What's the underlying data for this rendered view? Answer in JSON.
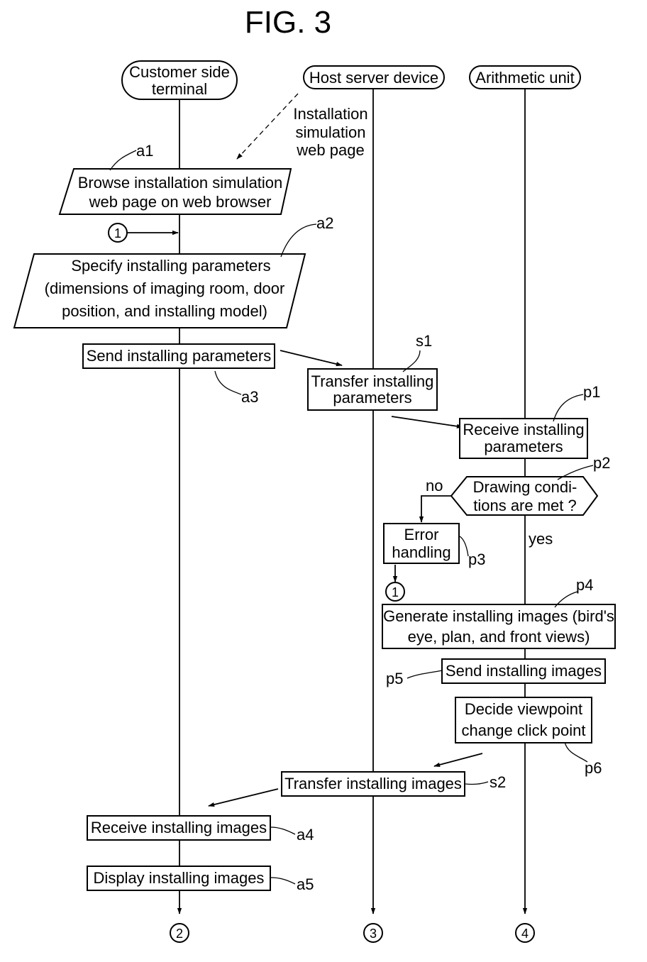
{
  "figure_title": "FIG. 3",
  "lanes": {
    "customer": [
      "Customer side",
      "terminal"
    ],
    "host": "Host server device",
    "arith": "Arithmetic unit"
  },
  "page_annotation": [
    "Installation",
    "simulation",
    "web page"
  ],
  "steps": {
    "a1": {
      "ref": "a1",
      "lines": [
        "Browse installation simulation",
        "web page on web browser"
      ]
    },
    "a2": {
      "ref": "a2",
      "lines": [
        "Specify installing parameters",
        "(dimensions of imaging room, door",
        "position, and installing model)"
      ]
    },
    "a3": {
      "ref": "a3",
      "lines": [
        "Send installing parameters"
      ]
    },
    "s1": {
      "ref": "s1",
      "lines": [
        "Transfer installing",
        "parameters"
      ]
    },
    "p1": {
      "ref": "p1",
      "lines": [
        "Receive installing",
        "parameters"
      ]
    },
    "p2": {
      "ref": "p2",
      "lines": [
        "Drawing condi-",
        "tions are met ?"
      ]
    },
    "p3": {
      "ref": "p3",
      "lines": [
        "Error",
        "handling"
      ]
    },
    "p4": {
      "ref": "p4",
      "lines": [
        "Generate installing images (bird's",
        "eye, plan, and front views)"
      ]
    },
    "p5": {
      "ref": "p5",
      "lines": [
        "Send installing images"
      ]
    },
    "p6": {
      "ref": "p6",
      "lines": [
        "Decide viewpoint",
        "change click point"
      ]
    },
    "s2": {
      "ref": "s2",
      "lines": [
        "Transfer installing images"
      ]
    },
    "a4": {
      "ref": "a4",
      "lines": [
        "Receive installing images"
      ]
    },
    "a5": {
      "ref": "a5",
      "lines": [
        "Display installing images"
      ]
    }
  },
  "branch": {
    "no": "no",
    "yes": "yes"
  },
  "connectors": {
    "c1_in": "1",
    "c1_out": "1",
    "c2": "2",
    "c3": "3",
    "c4": "4"
  }
}
